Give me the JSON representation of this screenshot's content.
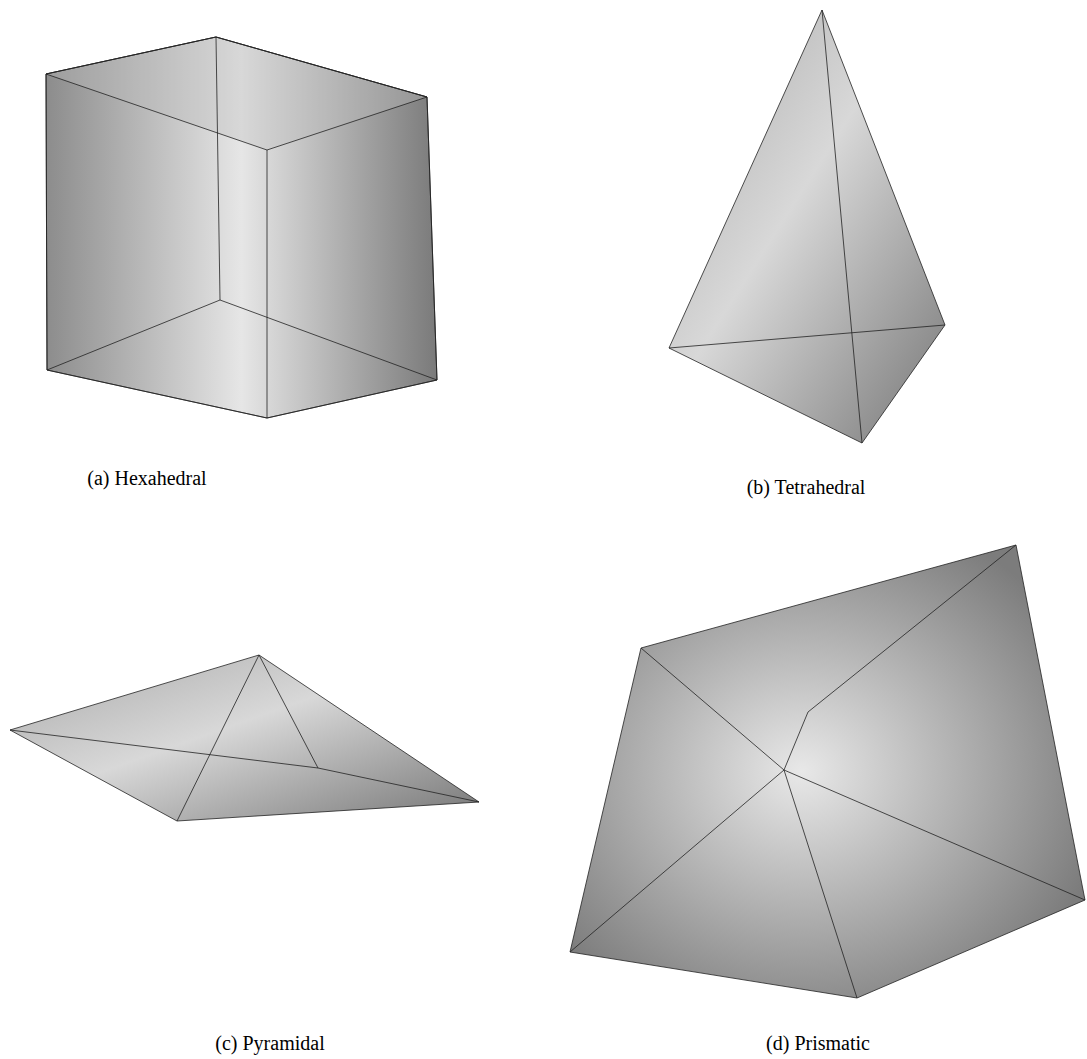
{
  "diagram": {
    "labels": [
      "(a) Hexahedral",
      "(b) Tetrahedral",
      "(c) Pyramidal",
      "(d) Prismatic"
    ]
  }
}
